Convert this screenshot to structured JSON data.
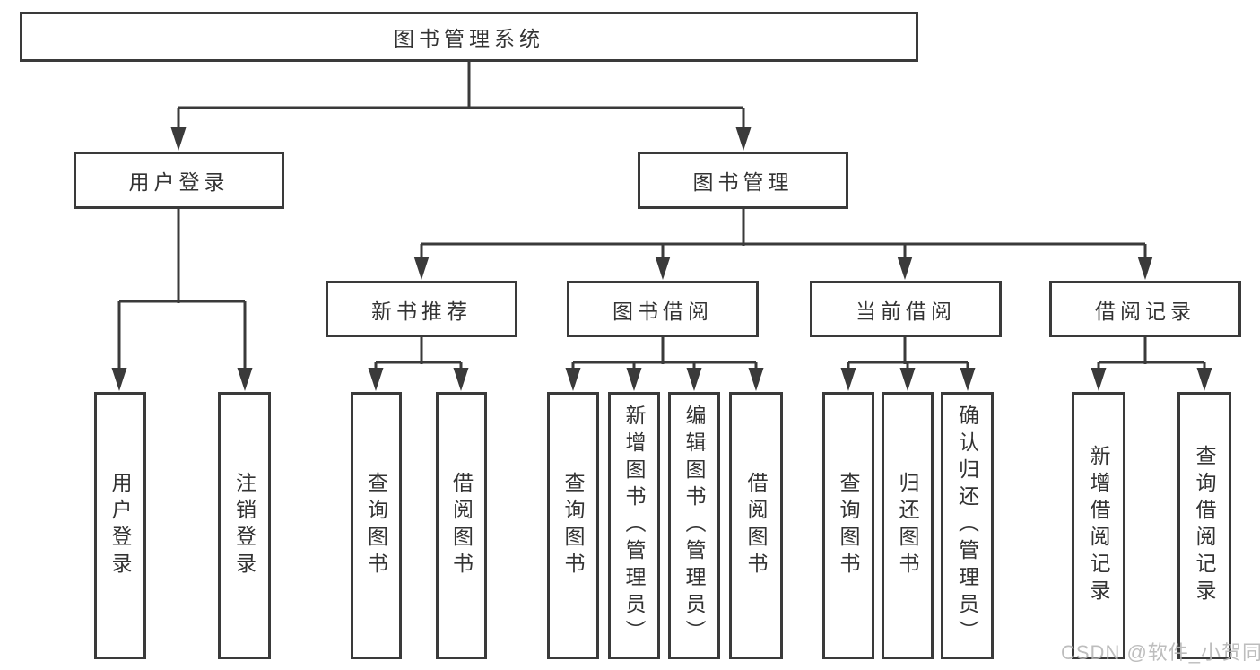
{
  "diagram": {
    "title": "图书管理系统",
    "branches": [
      {
        "label": "用户登录",
        "children": [
          {
            "label": "用户登录"
          },
          {
            "label": "注销登录"
          }
        ]
      },
      {
        "label": "图书管理",
        "children": [
          {
            "label": "新书推荐",
            "children": [
              {
                "label": "查询图书"
              },
              {
                "label": "借阅图书"
              }
            ]
          },
          {
            "label": "图书借阅",
            "children": [
              {
                "label": "查询图书"
              },
              {
                "label": "新增图书（管理员）"
              },
              {
                "label": "编辑图书（管理员）"
              },
              {
                "label": "借阅图书"
              }
            ]
          },
          {
            "label": "当前借阅",
            "children": [
              {
                "label": "查询图书"
              },
              {
                "label": "归还图书"
              },
              {
                "label": "确认归还（管理员）"
              }
            ]
          },
          {
            "label": "借阅记录",
            "children": [
              {
                "label": "新增借阅记录"
              },
              {
                "label": "查询借阅记录"
              }
            ]
          }
        ]
      }
    ]
  },
  "watermark": "CSDN @软件_小贺同学",
  "colors": {
    "line": "#3a3a3a",
    "text": "#333333",
    "watermark": "#b4b4b4",
    "background": "#ffffff"
  }
}
